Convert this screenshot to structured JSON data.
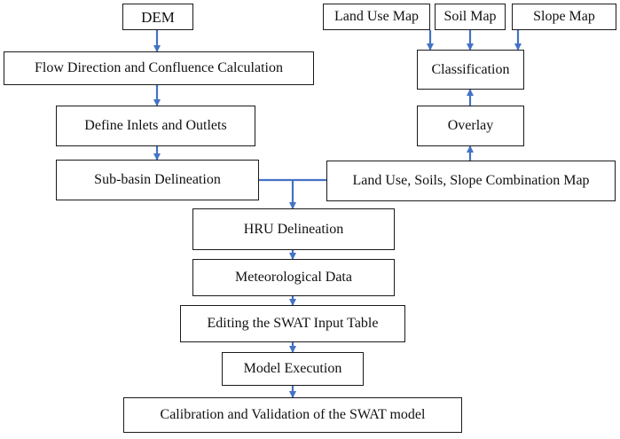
{
  "diagram": {
    "boxes": {
      "dem": "DEM",
      "flow": "Flow Direction and Confluence Calculation",
      "inlets": "Define Inlets and Outlets",
      "subbasin": "Sub-basin Delineation",
      "landuse_map": "Land Use Map",
      "soil_map": "Soil Map",
      "slope_map": "Slope Map",
      "classification": "Classification",
      "overlay": "Overlay",
      "combination": "Land Use, Soils, Slope Combination Map",
      "hru": "HRU Delineation",
      "meteo": "Meteorological Data",
      "editing": "Editing the SWAT Input Table",
      "execution": "Model Execution",
      "calibration": "Calibration and Validation of the SWAT model"
    },
    "colors": {
      "arrow": "#4472C4",
      "border": "#1a1a1a",
      "text": "#111111"
    }
  }
}
